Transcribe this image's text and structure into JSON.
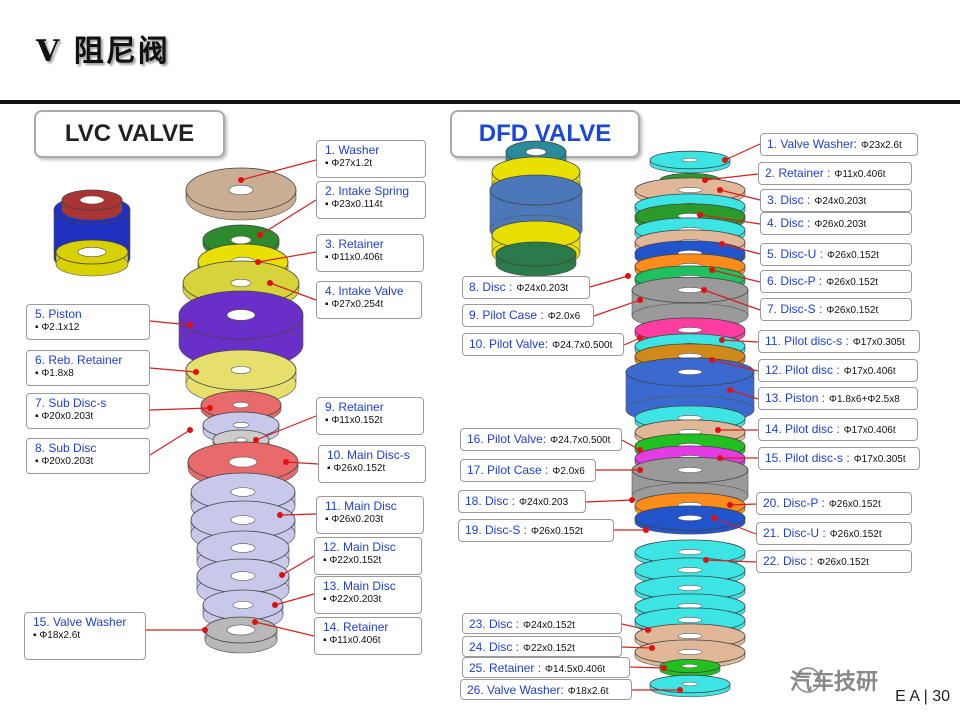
{
  "page": {
    "title": "V  阻尼阀",
    "page_number": "30",
    "footer_left": "E A",
    "watermark": "汽车技研"
  },
  "lvc": {
    "header": "LVC VALVE",
    "labels": [
      {
        "name": "1. Washer",
        "dim": "Φ27x1.2t"
      },
      {
        "name": "2. Intake Spring",
        "dim": "Φ23x0.114t"
      },
      {
        "name": "3. Retainer",
        "dim": "Φ11x0.406t"
      },
      {
        "name": "4. Intake Valve",
        "dim": "Φ27x0.254t"
      },
      {
        "name": "5. Piston",
        "dim": "Φ2.1x12"
      },
      {
        "name": "6. Reb. Retainer",
        "dim": "Φ1.8x8"
      },
      {
        "name": "7. Sub Disc-s",
        "dim": "Φ20x0.203t"
      },
      {
        "name": "8. Sub Disc",
        "dim": "Φ20x0.203t"
      },
      {
        "name": "9. Retainer",
        "dim": "Φ11x0.152t"
      },
      {
        "name": "10. Main Disc-s",
        "dim": "Φ26x0.152t"
      },
      {
        "name": "11. Main Disc",
        "dim": "Φ26x0.203t"
      },
      {
        "name": "12. Main Disc",
        "dim": "Φ22x0.152t"
      },
      {
        "name": "13. Main Disc",
        "dim": "Φ22x0.203t"
      },
      {
        "name": "14. Retainer",
        "dim": "Φ11x0.406t"
      },
      {
        "name": "15. Valve Washer",
        "dim": "Φ18x2.6t"
      }
    ]
  },
  "dfd": {
    "header": "DFD VALVE",
    "labels": [
      {
        "name": "1. Valve Washer:",
        "dim": "Φ23x2.6t"
      },
      {
        "name": "2. Retainer :",
        "dim": "Φ11x0.406t"
      },
      {
        "name": "3. Disc :",
        "dim": "Φ24x0.203t"
      },
      {
        "name": "4. Disc :",
        "dim": "Φ26x0.203t"
      },
      {
        "name": "5. Disc-U :",
        "dim": "Φ26x0.152t"
      },
      {
        "name": "6. Disc-P :",
        "dim": "Φ26x0.152t"
      },
      {
        "name": "7. Disc-S :",
        "dim": "Φ26x0.152t"
      },
      {
        "name": "8. Disc :",
        "dim": "Φ24x0.203t"
      },
      {
        "name": "9. Pilot Case :",
        "dim": "Φ2.0x6"
      },
      {
        "name": "10. Pilot Valve:",
        "dim": "Φ24.7x0.500t"
      },
      {
        "name": "11. Pilot disc-s :",
        "dim": "Φ17x0.305t"
      },
      {
        "name": "12. Pilot disc :",
        "dim": "Φ17x0.406t"
      },
      {
        "name": "13. Piston :",
        "dim": "Φ1.8x6+Φ2.5x8"
      },
      {
        "name": "14. Pilot disc :",
        "dim": "Φ17x0.406t"
      },
      {
        "name": "15. Pilot disc-s :",
        "dim": "Φ17x0.305t"
      },
      {
        "name": "16. Pilot Valve:",
        "dim": "Φ24.7x0.500t"
      },
      {
        "name": "17. Pilot Case :",
        "dim": "Φ2.0x6"
      },
      {
        "name": "18. Disc :",
        "dim": "Φ24x0.203"
      },
      {
        "name": "19. Disc-S :",
        "dim": "Φ26x0.152t"
      },
      {
        "name": "20. Disc-P :",
        "dim": "Φ26x0.152t"
      },
      {
        "name": "21. Disc-U :",
        "dim": "Φ26x0.152t"
      },
      {
        "name": "22. Disc :",
        "dim": "Φ26x0.152t"
      },
      {
        "name": "23. Disc :",
        "dim": "Φ24x0.152t"
      },
      {
        "name": "24. Disc :",
        "dim": "Φ22x0.152t"
      },
      {
        "name": "25. Retainer :",
        "dim": "Φ14.5x0.406t"
      },
      {
        "name": "26. Valve Washer:",
        "dim": "Φ18x2.6t"
      }
    ]
  }
}
